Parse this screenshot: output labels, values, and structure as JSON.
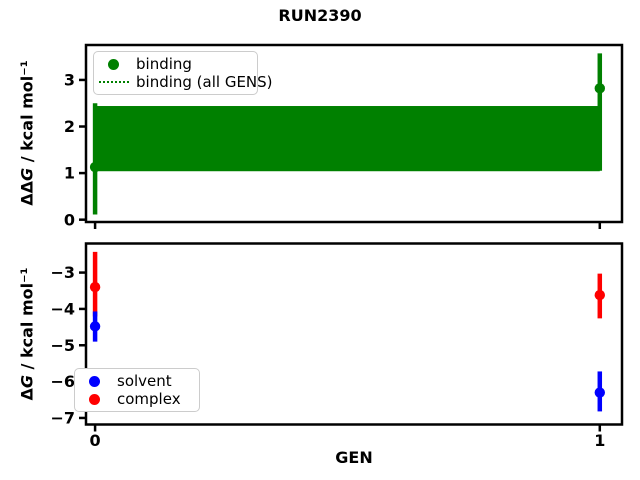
{
  "figure": {
    "title": "RUN2390",
    "background_color": "#ffffff",
    "axes_color": "#000000"
  },
  "chart_data": [
    {
      "name": "ddg-vs-gen",
      "type": "scatter",
      "ylabel_delta": "ΔΔ",
      "ylabel_var": "G",
      "ylabel_units": " / kcal mol⁻¹",
      "xlim": [
        -0.018,
        1.044
      ],
      "ylim": [
        -0.05,
        3.75
      ],
      "yticks": [
        0,
        1,
        2,
        3
      ],
      "ytick_labels": [
        "0",
        "1",
        "2",
        "3"
      ],
      "xticks": [
        0,
        1
      ],
      "xtick_labels": [
        "",
        ""
      ],
      "grid": false,
      "band": {
        "label": "binding (all GENS)",
        "color": "#008000",
        "x0": 0,
        "x1": 1,
        "lo": 1.04,
        "hi": 2.44
      },
      "series": [
        {
          "name": "binding",
          "color": "#008000",
          "points": [
            {
              "x": 0,
              "y": 1.13,
              "lo": 0.11,
              "hi": 2.5
            },
            {
              "x": 1,
              "y": 2.82,
              "lo": 1.05,
              "hi": 3.57
            }
          ]
        }
      ],
      "legend": {
        "position": "upper-left",
        "items": [
          {
            "label": "binding",
            "marker": "dot",
            "color": "#008000"
          },
          {
            "label": "binding (all GENS)",
            "marker": "dotted-line",
            "color": "#008000"
          }
        ]
      }
    },
    {
      "name": "dg-vs-gen",
      "type": "scatter",
      "ylabel_delta": "Δ",
      "ylabel_var": "G",
      "ylabel_units": " / kcal mol⁻¹",
      "xlabel": "GEN",
      "xlim": [
        -0.018,
        1.044
      ],
      "ylim": [
        -7.18,
        -2.2
      ],
      "yticks": [
        -3,
        -4,
        -5,
        -6,
        -7
      ],
      "ytick_labels": [
        "−3",
        "−4",
        "−5",
        "−6",
        "−7"
      ],
      "xticks": [
        0,
        1
      ],
      "xtick_labels": [
        "0",
        "1"
      ],
      "grid": false,
      "series": [
        {
          "name": "solvent",
          "color": "#0000ff",
          "points": [
            {
              "x": 0,
              "y": -4.48,
              "lo": -4.9,
              "hi": -4.07
            },
            {
              "x": 1,
              "y": -6.3,
              "lo": -6.82,
              "hi": -5.72
            }
          ]
        },
        {
          "name": "complex",
          "color": "#ff0000",
          "points": [
            {
              "x": 0,
              "y": -3.4,
              "lo": -4.21,
              "hi": -2.43
            },
            {
              "x": 1,
              "y": -3.62,
              "lo": -4.26,
              "hi": -3.03
            }
          ]
        }
      ],
      "legend": {
        "position": "lower-left",
        "items": [
          {
            "label": "solvent",
            "marker": "dot",
            "color": "#0000ff"
          },
          {
            "label": "complex",
            "marker": "dot",
            "color": "#ff0000"
          }
        ]
      }
    }
  ]
}
